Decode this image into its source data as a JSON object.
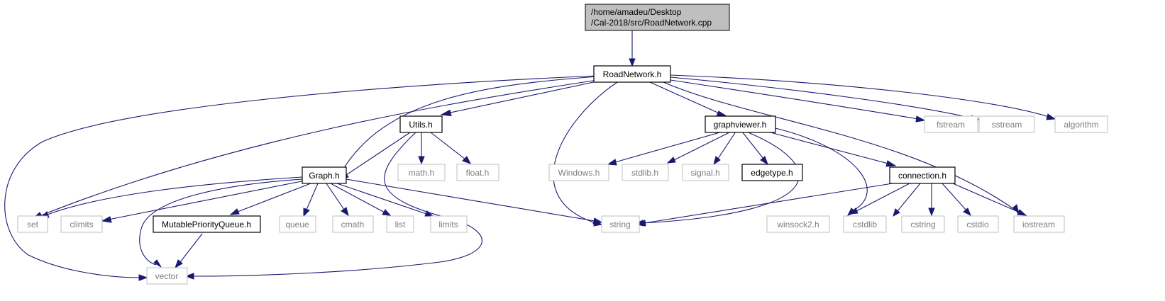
{
  "root": {
    "line1": "/home/amadeu/Desktop",
    "line2": "/Cal-2018/src/RoadNetwork.cpp"
  },
  "nodes": {
    "roadnetwork": "RoadNetwork.h",
    "utils": "Utils.h",
    "graphviewer": "graphviewer.h",
    "fstream": "fstream",
    "sstream": "sstream",
    "algorithm": "algorithm",
    "mathh": "math.h",
    "floath": "float.h",
    "graph": "Graph.h",
    "windows": "Windows.h",
    "stdlib": "stdlib.h",
    "signal": "signal.h",
    "edgetype": "edgetype.h",
    "connection": "connection.h",
    "set": "set",
    "climits": "climits",
    "mpq": "MutablePriorityQueue.h",
    "queue": "queue",
    "cmath": "cmath",
    "list": "list",
    "limits": "limits",
    "string": "string",
    "winsock": "winsock2.h",
    "cstdlib": "cstdlib",
    "cstring": "cstring",
    "cstdio": "cstdio",
    "iostream": "iostream",
    "vector": "vector"
  },
  "colors": {
    "edge": "#191970",
    "root_fill": "#bfbfbf",
    "external_border": "#bfbfbf",
    "external_text": "#7f7f7f"
  }
}
